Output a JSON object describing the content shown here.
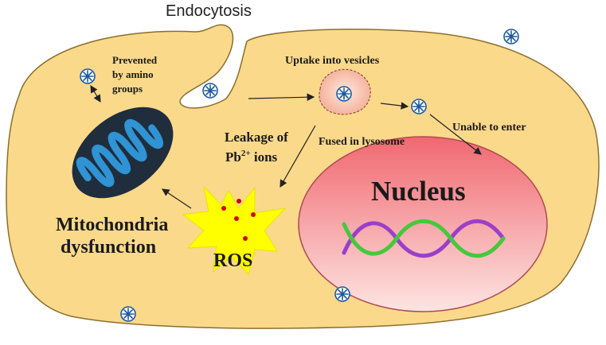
{
  "labels": {
    "endocytosis": "Endocytosis",
    "prevented_line1": "Prevented",
    "prevented_line2": "by amino",
    "prevented_line3": "groups",
    "uptake": "Uptake into vesicles",
    "unable": "Unable to enter",
    "leakage_line1": "Leakage of",
    "leakage_pb": "Pb",
    "leakage_charge": "2+",
    "leakage_ions": " ions",
    "fused": "Fused in lysosome",
    "nucleus": "Nucleus",
    "mito_line1": "Mitochondria",
    "mito_line2": "dysfunction",
    "ros": "ROS"
  },
  "colors": {
    "cell_fill": "#fad98a",
    "nucleus_fill_top": "#f06870",
    "nucleus_fill_bottom": "#fde5e2",
    "mito_outer": "#1f2d3d",
    "mito_inner": "#2f93d4",
    "ros_star": "#ffff00",
    "ros_dots": "#d40000",
    "dna_green": "#46c83c",
    "dna_purple": "#9b3fc9",
    "vesicle_fill": "#f5b9a4",
    "particle_blue": "#1e5aa0"
  },
  "icons": {
    "nanoparticle": "nanoparticle-icon"
  }
}
